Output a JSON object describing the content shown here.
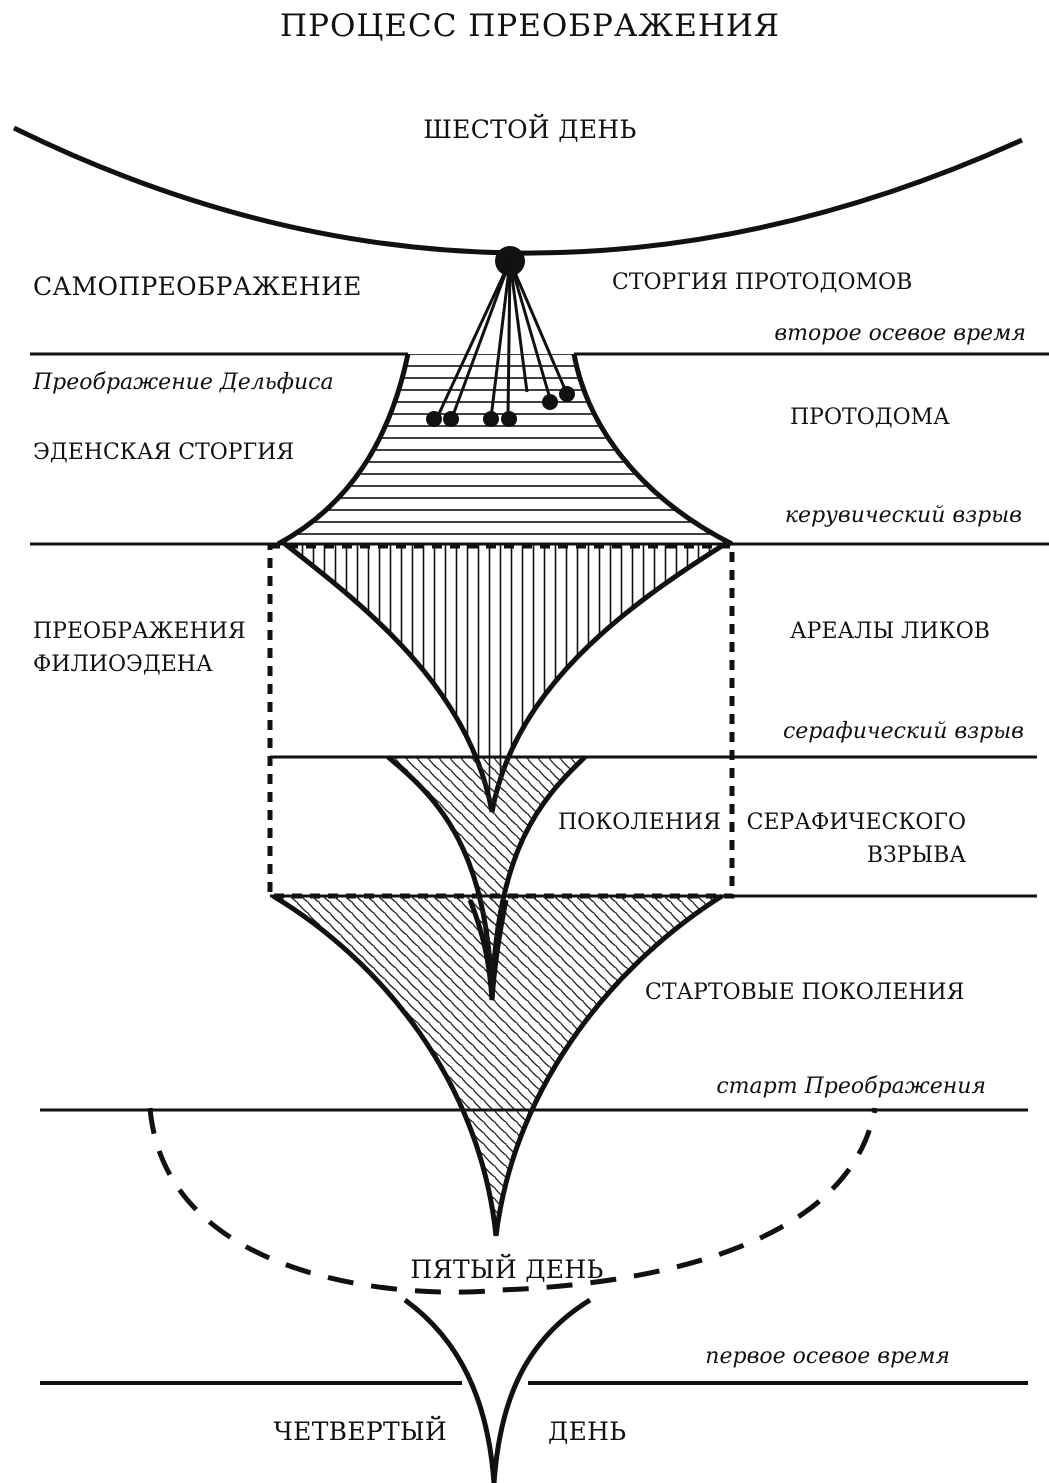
{
  "title": "ПРОЦЕСС ПРЕОБРАЖЕНИЯ",
  "labels": {
    "sixth_day": "ШЕСТОЙ ДЕНЬ",
    "self_transformation": "САМОПРЕОБРАЖЕНИЕ",
    "storgia_protodomov": "СТОРГИЯ ПРОТОДОМОВ",
    "second_axial_time": "второе осевое время",
    "delphis_transformation": "Преображение Дельфиса",
    "protodoma": "ПРОТОДОМА",
    "eden_storgia": "ЭДЕНСКАЯ СТОРГИЯ",
    "cherubic_explosion": "керувический взрыв",
    "philioeden_line1": "ПРЕОБРАЖЕНИЯ",
    "philioeden_line2": "ФИЛИОЭДЕНА",
    "areas_of_faces": "АРЕАЛЫ ЛИКОВ",
    "seraphic_explosion": "серафический взрыв",
    "generations": "ПОКОЛЕНИЯ",
    "seraphic_line1": "СЕРАФИЧЕСКОГО",
    "seraphic_line2": "ВЗРЫВА",
    "starting_generations": "СТАРТОВЫЕ ПОКОЛЕНИЯ",
    "start_transformation": "старт Преображения",
    "fifth_day": "ПЯТЫЙ ДЕНЬ",
    "first_axial_time": "первое осевое время",
    "fourth": "ЧЕТВЕРТЫЙ",
    "day": "ДЕНЬ"
  },
  "colors": {
    "ink": "#111111",
    "background": "#ffffff"
  }
}
